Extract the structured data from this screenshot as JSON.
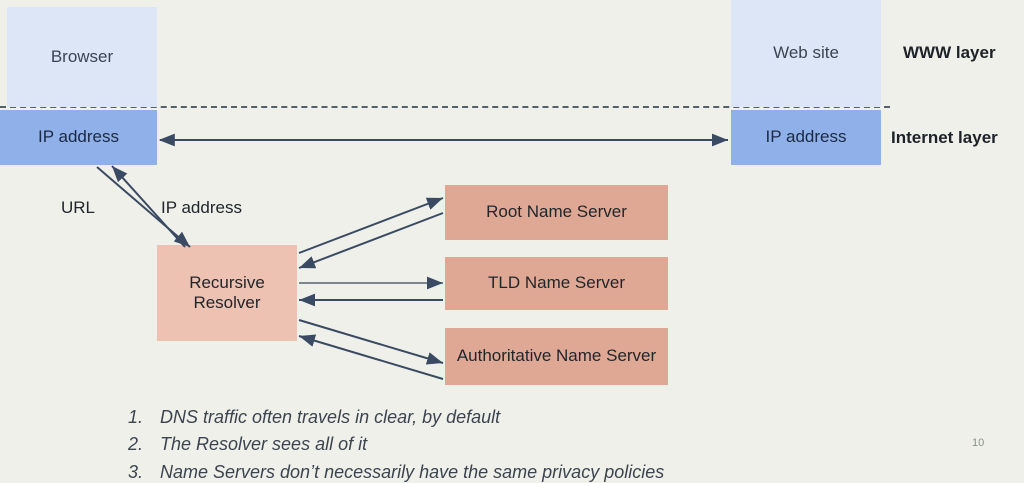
{
  "slide": {
    "page_number": "10",
    "background_color": "#eef0e9"
  },
  "layers": [
    {
      "id": "www",
      "label": "WWW layer"
    },
    {
      "id": "internet",
      "label": "Internet layer"
    }
  ],
  "boxes": {
    "browser": {
      "label": "Browser",
      "color": "#dce6f7"
    },
    "ip_left": {
      "label": "IP address",
      "color": "#8fb0e8"
    },
    "website": {
      "label": "Web site",
      "color": "#dce6f7"
    },
    "ip_right": {
      "label": "IP address",
      "color": "#8fb0e8"
    },
    "resolver": {
      "label": "Recursive Resolver",
      "color": "#edc2b2"
    },
    "root": {
      "label": "Root Name Server",
      "color": "#dfa894"
    },
    "tld": {
      "label": "TLD Name Server",
      "color": "#dfa894"
    },
    "auth": {
      "label": "Authoritative Name Server",
      "color": "#dfa894"
    }
  },
  "edge_labels": {
    "url": "URL",
    "ip_address": "IP address"
  },
  "notes": [
    {
      "num": "1.",
      "text": "DNS traffic often travels in clear, by default"
    },
    {
      "num": "2.",
      "text": "The Resolver sees all of it"
    },
    {
      "num": "3.",
      "text": "Name Servers don’t necessarily have the same privacy policies"
    }
  ],
  "colors": {
    "arrow": "#3b4a63",
    "divider": "#55606d"
  }
}
